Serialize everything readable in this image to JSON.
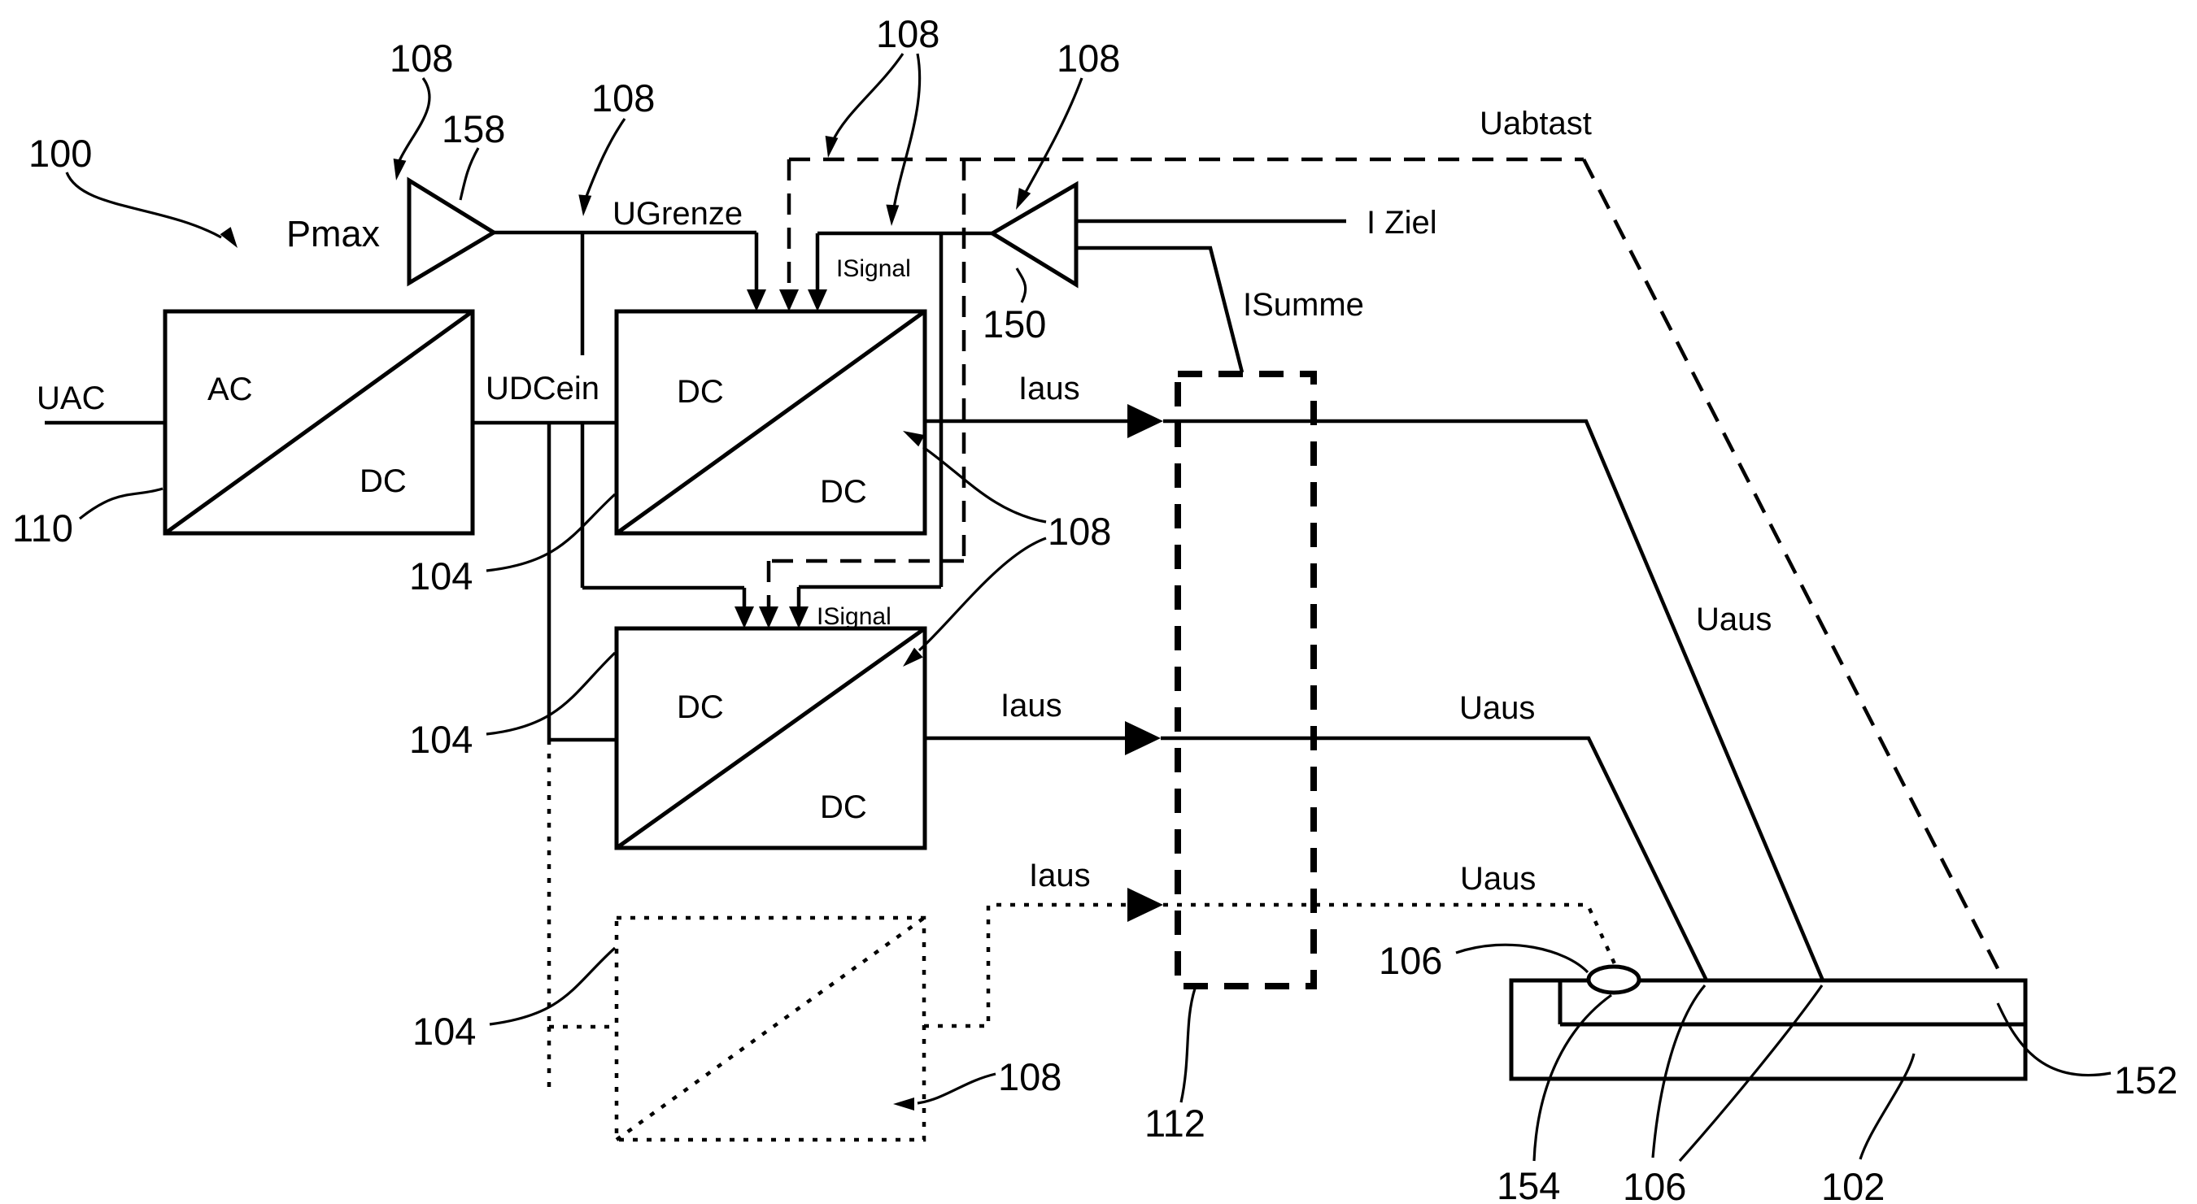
{
  "figure": {
    "kind": "patent-block-diagram",
    "background_color": "#ffffff",
    "line_color": "#000000",
    "blocks": {
      "ac_dc_converter": {
        "top_label": "AC",
        "bottom_label": "DC",
        "ref": "110"
      },
      "dc_dc_converter_1": {
        "top_label": "DC",
        "bottom_label": "DC",
        "ref": "104"
      },
      "dc_dc_converter_2": {
        "top_label": "DC",
        "bottom_label": "DC",
        "ref": "104"
      },
      "dc_dc_converter_planned": {
        "style": "dotted",
        "ref": "104"
      },
      "summing_rail": {
        "style": "dashed",
        "ref": "112"
      },
      "battery": {
        "ref": "102",
        "sense_layer_ref": "152",
        "tap_refs": [
          "106",
          "154"
        ]
      }
    }
  },
  "texts": {
    "uac": "UAC",
    "pmax": "Pmax",
    "ugrenze": "UGrenze",
    "udcein": "UDCein",
    "uabtast": "Uabtast",
    "i_ziel": "I Ziel",
    "isumme": "ISumme",
    "isignal_1": "ISignal",
    "isignal_2": "ISignal",
    "iaus_1": "Iaus",
    "iaus_2": "Iaus",
    "iaus_3": "Iaus",
    "uaus_1": "Uaus",
    "uaus_2": "Uaus",
    "uaus_3": "Uaus",
    "ac": "AC",
    "dc_ac_box": "DC",
    "dc1_a": "DC",
    "dc1_b": "DC",
    "dc2_a": "DC",
    "dc2_b": "DC",
    "n100": "100",
    "n108_1": "108",
    "n108_2": "108",
    "n108_3": "108",
    "n108_4": "108",
    "n108_5": "108",
    "n108_6": "108",
    "n158": "158",
    "n150": "150",
    "n110": "110",
    "n104_1": "104",
    "n104_2": "104",
    "n104_3": "104",
    "n112": "112",
    "n106_1": "106",
    "n106_2": "106",
    "n154": "154",
    "n102": "102",
    "n152": "152"
  }
}
